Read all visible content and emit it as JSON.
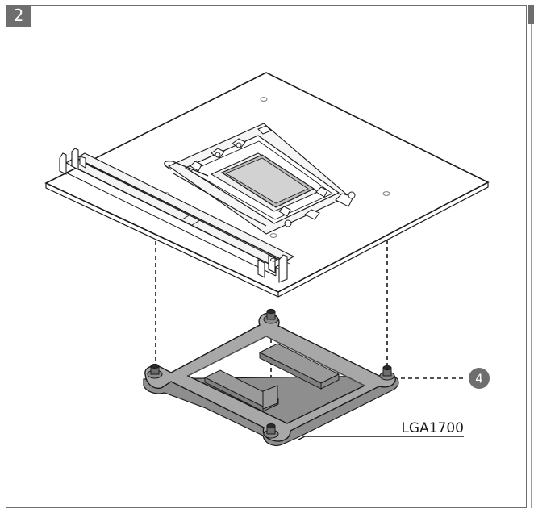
{
  "step": {
    "number": "2"
  },
  "callout": {
    "number": "4"
  },
  "part": {
    "label": "LGA1700"
  },
  "colors": {
    "frame": "#6e6e6e",
    "backplate": "#a8a8a8",
    "board": "#ffffff",
    "lines": "#1a1a1a"
  }
}
